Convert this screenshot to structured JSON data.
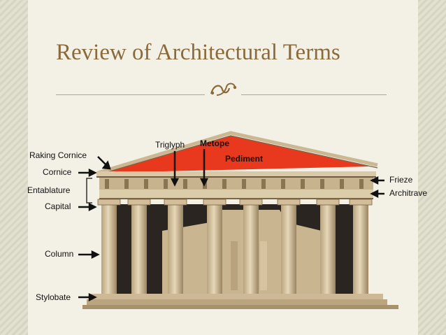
{
  "slide": {
    "title": "Review of Architectural Terms",
    "ornament_icon": "decorative-scroll-icon"
  },
  "diagram": {
    "labels": {
      "raking_cornice": "Raking Cornice",
      "cornice": "Cornice",
      "entablature": "Entablature",
      "capital": "Capital",
      "column": "Column",
      "stylobate": "Stylobate",
      "triglyph": "Triglyph",
      "metope": "Metope",
      "pediment": "Pediment",
      "frieze": "Frieze",
      "architrave": "Architrave"
    },
    "colors": {
      "pediment": "#e8391e",
      "stone": "#d8c6a2",
      "stone_dark": "#8f7a58",
      "shadow": "#2a2520"
    }
  }
}
